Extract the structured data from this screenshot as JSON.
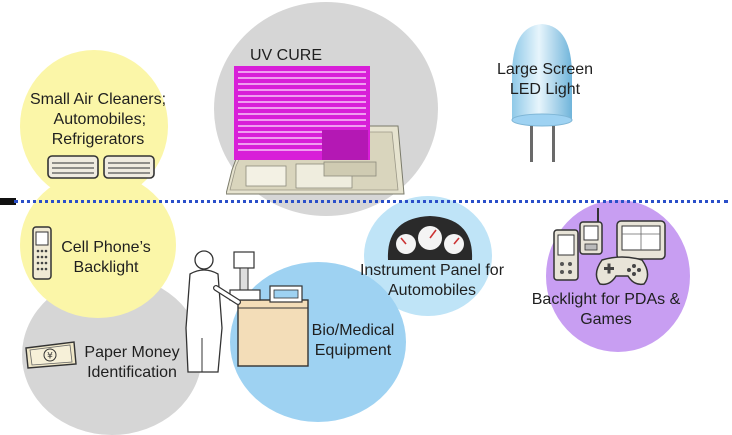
{
  "colors": {
    "yellow": "#fbf6a8",
    "gray": "#d6d6d6",
    "light_blue": "#bfe4f7",
    "blue": "#9ed2f2",
    "purple": "#c89ef2",
    "divider": "#2a4fc9",
    "magenta": "#d81fd8"
  },
  "applications": {
    "air_cleaners": "Small Air Cleaners;\n Automobiles;\nRefrigerators",
    "uv_cure": "UV CURE",
    "led_light": "Large Screen\nLED Light",
    "cell_phone": "Cell Phone’s\nBacklight",
    "instrument_panel": "Instrument Panel for\nAutomobiles",
    "pda_games": "Backlight for PDAs &\nGames",
    "bio_medical": "Bio/Medical\nEquipment",
    "paper_money": "Paper Money\nIdentification"
  },
  "icons": {
    "air_cleaner": "air-vent-icon",
    "uv_cure": "uv-cure-machine-icon",
    "led": "led-bulb-icon",
    "cell_phone": "cell-phone-icon",
    "instrument_panel": "gauge-cluster-icon",
    "pda": "pda-icon",
    "game": "gamepad-icon",
    "scientist": "lab-scientist-icon",
    "money": "banknote-icon"
  }
}
